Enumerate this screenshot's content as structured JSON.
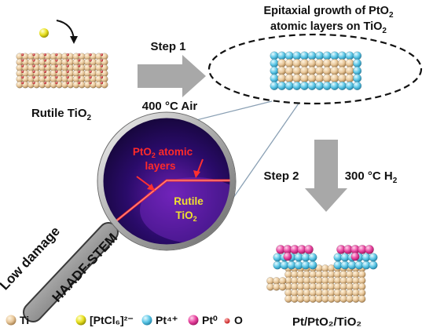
{
  "labels": {
    "substrate_prefix": "Rutile TiO",
    "substrate_sub": "2",
    "step1_title": "Step 1",
    "step1_condition": "400 °C Air",
    "epi_line1_prefix": "Epitaxial growth of PtO",
    "epi_line1_sub": "2",
    "epi_line2_prefix": "atomic layers on TiO",
    "epi_line2_sub": "2",
    "step2_title": "Step 2",
    "step2_condition_prefix": "300 °C H",
    "step2_condition_sub": "2",
    "product": "Pt/PtO₂/TiO₂",
    "stem_low_damage": "Low damage",
    "stem_method": "HAADF-STEM",
    "stem_pto2_line1_prefix": "PtO",
    "stem_pto2_line1_sub": "2",
    "stem_pto2_line1_suffix": " atomic",
    "stem_pto2_line2": "layers",
    "stem_rutile_line1": "Rutile",
    "stem_rutile_line2_prefix": "TiO",
    "stem_rutile_line2_sub": "2"
  },
  "legend": [
    {
      "symbol": "Ti",
      "color": "#e8c79a"
    },
    {
      "symbol": "[PtCl₆]²⁻",
      "color": "#e8e020"
    },
    {
      "symbol": "Pt⁴⁺",
      "color": "#5bc6e6"
    },
    {
      "symbol": "Pt⁰",
      "color": "#e8439e"
    },
    {
      "symbol": "O",
      "color": "#e02020"
    }
  ],
  "colors": {
    "ti": "#e8c79a",
    "pt4": "#5bc6e6",
    "pt0": "#e8439e",
    "oxygen": "#e02020",
    "ptcl6": "#e8e020",
    "arrow": "#a8a8a8",
    "stem_highlight": "#ff3030",
    "stem_rutile": "#f0e030"
  }
}
